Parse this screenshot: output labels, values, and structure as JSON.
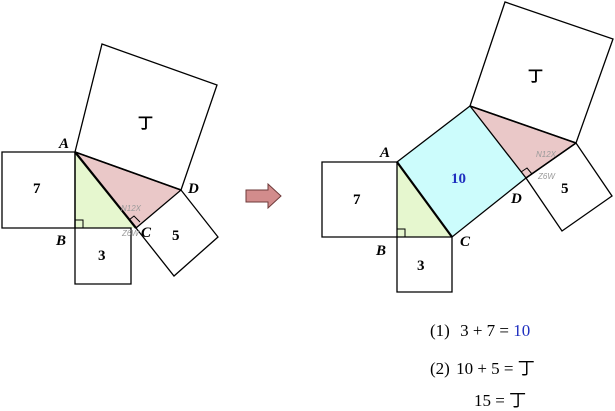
{
  "points": {
    "A": "A",
    "B": "B",
    "C": "C",
    "D": "D"
  },
  "squares": {
    "top": "丁",
    "left": "7",
    "bottom": "3",
    "right": "5",
    "hyp": "10"
  },
  "watermark": {
    "l1": "N12X",
    "l2": "Z6W"
  },
  "equations": {
    "line1": {
      "num": "(1)",
      "lhs": "3 + 7 =",
      "rhs": "10"
    },
    "line2": {
      "num": "(2)",
      "lhs": "10 + 5 =",
      "rhs": "丁"
    },
    "line3": {
      "lhs": "15 =",
      "rhs": "丁"
    }
  },
  "colors": {
    "green_triangle": "#e6f7cf",
    "pink_triangle": "#eac8c8",
    "cyan_square": "#ccfcfc",
    "arrow": "#d28c8c"
  }
}
